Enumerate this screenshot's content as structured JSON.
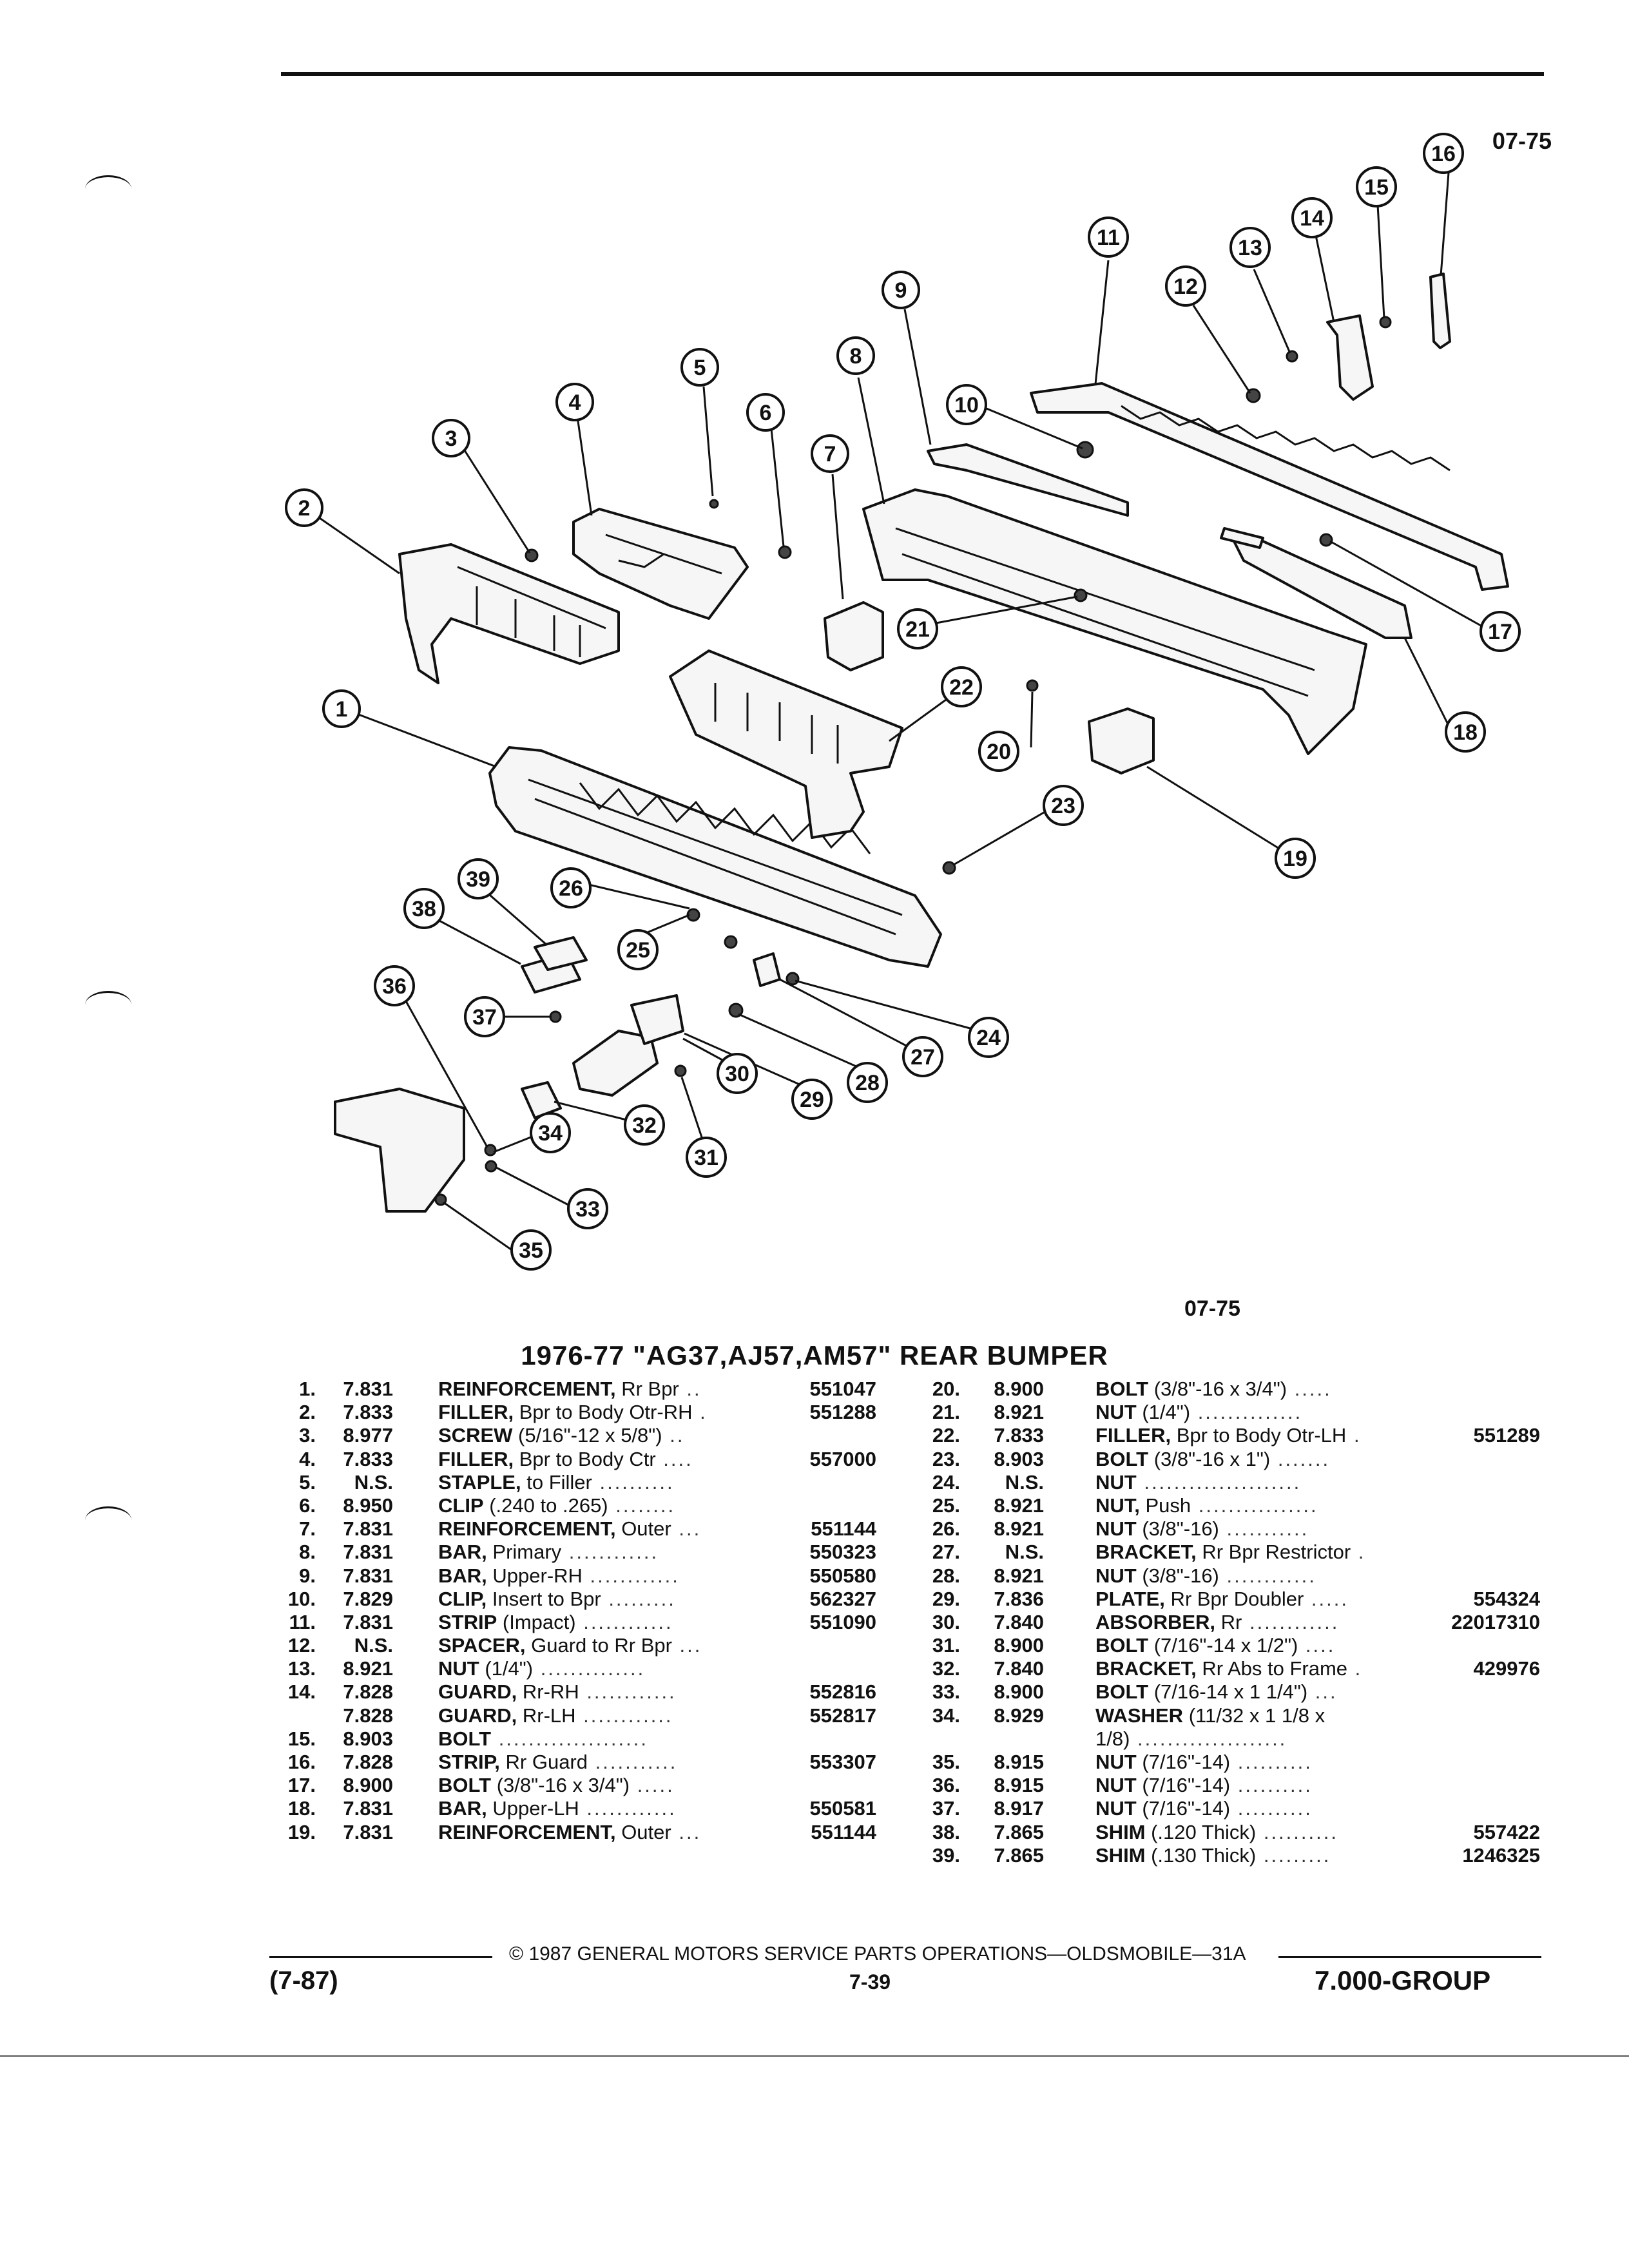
{
  "header": {
    "code_top": "07-75"
  },
  "diagram": {
    "callouts": [
      "1",
      "2",
      "3",
      "4",
      "5",
      "6",
      "7",
      "8",
      "9",
      "10",
      "11",
      "12",
      "13",
      "14",
      "15",
      "16",
      "17",
      "18",
      "19",
      "20",
      "21",
      "22",
      "23",
      "24",
      "25",
      "26",
      "27",
      "28",
      "29",
      "30",
      "31",
      "32",
      "33",
      "34",
      "35",
      "36",
      "37",
      "38",
      "39"
    ],
    "code_mid": "07-75"
  },
  "title": "1976-77 \"AG37,AJ57,AM57\" REAR BUMPER",
  "parts_left": [
    {
      "no": "1.",
      "grp": "7.831",
      "name": "REINFORCEMENT,",
      "desc": " Rr Bpr",
      "dots": " ..",
      "part": "551047"
    },
    {
      "no": "2.",
      "grp": "7.833",
      "name": "FILLER,",
      "desc": " Bpr to Body Otr-RH",
      "dots": " .",
      "part": "551288"
    },
    {
      "no": "3.",
      "grp": "8.977",
      "name": "SCREW",
      "desc": " (5/16\"-12 x 5/8\")",
      "dots": " ..",
      "part": ""
    },
    {
      "no": "4.",
      "grp": "7.833",
      "name": "FILLER,",
      "desc": " Bpr to Body Ctr",
      "dots": " ....",
      "part": "557000"
    },
    {
      "no": "5.",
      "grp": "N.S.",
      "name": "STAPLE,",
      "desc": " to Filler",
      "dots": " ..........",
      "part": ""
    },
    {
      "no": "6.",
      "grp": "8.950",
      "name": "CLIP",
      "desc": " (.240 to .265)",
      "dots": " ........",
      "part": ""
    },
    {
      "no": "7.",
      "grp": "7.831",
      "name": "REINFORCEMENT,",
      "desc": " Outer",
      "dots": " ...",
      "part": "551144"
    },
    {
      "no": "8.",
      "grp": "7.831",
      "name": "BAR,",
      "desc": " Primary",
      "dots": " ............",
      "part": "550323"
    },
    {
      "no": "9.",
      "grp": "7.831",
      "name": "BAR,",
      "desc": " Upper-RH",
      "dots": " ............",
      "part": "550580"
    },
    {
      "no": "10.",
      "grp": "7.829",
      "name": "CLIP,",
      "desc": " Insert to Bpr",
      "dots": " .........",
      "part": "562327"
    },
    {
      "no": "11.",
      "grp": "7.831",
      "name": "STRIP",
      "desc": " (Impact)",
      "dots": " ............",
      "part": "551090"
    },
    {
      "no": "12.",
      "grp": "N.S.",
      "name": "SPACER,",
      "desc": " Guard to Rr Bpr",
      "dots": " ...",
      "part": ""
    },
    {
      "no": "13.",
      "grp": "8.921",
      "name": "NUT",
      "desc": " (1/4\")",
      "dots": " ..............",
      "part": ""
    },
    {
      "no": "14.",
      "grp": "7.828",
      "name": "GUARD,",
      "desc": " Rr-RH",
      "dots": " ............",
      "part": "552816"
    },
    {
      "no": "",
      "grp": "7.828",
      "name": "GUARD,",
      "desc": " Rr-LH",
      "dots": " ............",
      "part": "552817"
    },
    {
      "no": "15.",
      "grp": "8.903",
      "name": "BOLT",
      "desc": "",
      "dots": " ....................",
      "part": ""
    },
    {
      "no": "16.",
      "grp": "7.828",
      "name": "STRIP,",
      "desc": " Rr Guard",
      "dots": " ...........",
      "part": "553307"
    },
    {
      "no": "17.",
      "grp": "8.900",
      "name": "BOLT",
      "desc": " (3/8\"-16 x 3/4\")",
      "dots": " .....",
      "part": ""
    },
    {
      "no": "18.",
      "grp": "7.831",
      "name": "BAR,",
      "desc": " Upper-LH",
      "dots": " ............",
      "part": "550581"
    },
    {
      "no": "19.",
      "grp": "7.831",
      "name": "REINFORCEMENT,",
      "desc": " Outer",
      "dots": " ...",
      "part": "551144"
    }
  ],
  "parts_right": [
    {
      "no": "20.",
      "grp": "8.900",
      "name": "BOLT",
      "desc": " (3/8\"-16 x 3/4\")",
      "dots": " .....",
      "part": ""
    },
    {
      "no": "21.",
      "grp": "8.921",
      "name": "NUT",
      "desc": " (1/4\")",
      "dots": " ..............",
      "part": ""
    },
    {
      "no": "22.",
      "grp": "7.833",
      "name": "FILLER,",
      "desc": " Bpr to Body Otr-LH",
      "dots": " .",
      "part": "551289"
    },
    {
      "no": "23.",
      "grp": "8.903",
      "name": "BOLT",
      "desc": " (3/8\"-16 x 1\")",
      "dots": " .......",
      "part": ""
    },
    {
      "no": "24.",
      "grp": "N.S.",
      "name": "NUT",
      "desc": "",
      "dots": " .....................",
      "part": ""
    },
    {
      "no": "25.",
      "grp": "8.921",
      "name": "NUT,",
      "desc": " Push",
      "dots": " ................",
      "part": ""
    },
    {
      "no": "26.",
      "grp": "8.921",
      "name": "NUT",
      "desc": " (3/8\"-16)",
      "dots": " ...........",
      "part": ""
    },
    {
      "no": "27.",
      "grp": "N.S.",
      "name": "BRACKET,",
      "desc": " Rr Bpr Restrictor",
      "dots": " .",
      "part": ""
    },
    {
      "no": "28.",
      "grp": "8.921",
      "name": "NUT",
      "desc": " (3/8\"-16)",
      "dots": " ............",
      "part": ""
    },
    {
      "no": "29.",
      "grp": "7.836",
      "name": "PLATE,",
      "desc": " Rr Bpr Doubler",
      "dots": " .....",
      "part": "554324"
    },
    {
      "no": "30.",
      "grp": "7.840",
      "name": "ABSORBER,",
      "desc": " Rr",
      "dots": " ............",
      "part": "22017310"
    },
    {
      "no": "31.",
      "grp": "8.900",
      "name": "BOLT",
      "desc": " (7/16\"-14 x 1/2\")",
      "dots": " ....",
      "part": ""
    },
    {
      "no": "32.",
      "grp": "7.840",
      "name": "BRACKET,",
      "desc": " Rr Abs to Frame",
      "dots": " .",
      "part": "429976"
    },
    {
      "no": "33.",
      "grp": "8.900",
      "name": "BOLT",
      "desc": " (7/16-14 x 1 1/4\")",
      "dots": " ...",
      "part": ""
    },
    {
      "no": "34.",
      "grp": "8.929",
      "name": "WASHER",
      "desc": " (11/32 x 1 1/8 x",
      "dots": "",
      "part": ""
    },
    {
      "no": "",
      "grp": "",
      "name": "",
      "desc": "1/8)",
      "dots": " ....................",
      "part": ""
    },
    {
      "no": "35.",
      "grp": "8.915",
      "name": "NUT",
      "desc": " (7/16\"-14)",
      "dots": " ..........",
      "part": ""
    },
    {
      "no": "36.",
      "grp": "8.915",
      "name": "NUT",
      "desc": " (7/16\"-14)",
      "dots": " ..........",
      "part": ""
    },
    {
      "no": "37.",
      "grp": "8.917",
      "name": "NUT",
      "desc": " (7/16\"-14)",
      "dots": " ..........",
      "part": ""
    },
    {
      "no": "38.",
      "grp": "7.865",
      "name": "SHIM",
      "desc": " (.120 Thick)",
      "dots": " ..........",
      "part": "557422"
    },
    {
      "no": "39.",
      "grp": "7.865",
      "name": "SHIM",
      "desc": " (.130 Thick)",
      "dots": " .........",
      "part": "1246325"
    }
  ],
  "footer": {
    "copyright": "© 1987 GENERAL MOTORS SERVICE PARTS OPERATIONS—OLDSMOBILE—31A",
    "date_code": "(7-87)",
    "page": "7-39",
    "group": "7.000-GROUP"
  }
}
